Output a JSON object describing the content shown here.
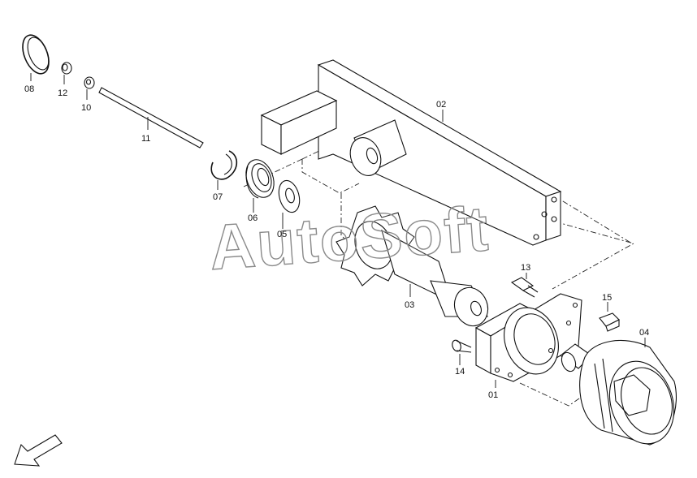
{
  "watermark": "AutoSoft",
  "parts": {
    "p01": "01",
    "p02": "02",
    "p03": "03",
    "p04": "04",
    "p05": "05",
    "p06": "06",
    "p07": "07",
    "p08": "08",
    "p10": "10",
    "p11": "11",
    "p12": "12",
    "p13": "13",
    "p14": "14",
    "p15": "15"
  },
  "icons": {
    "orientation": "direction-arrow-icon"
  }
}
